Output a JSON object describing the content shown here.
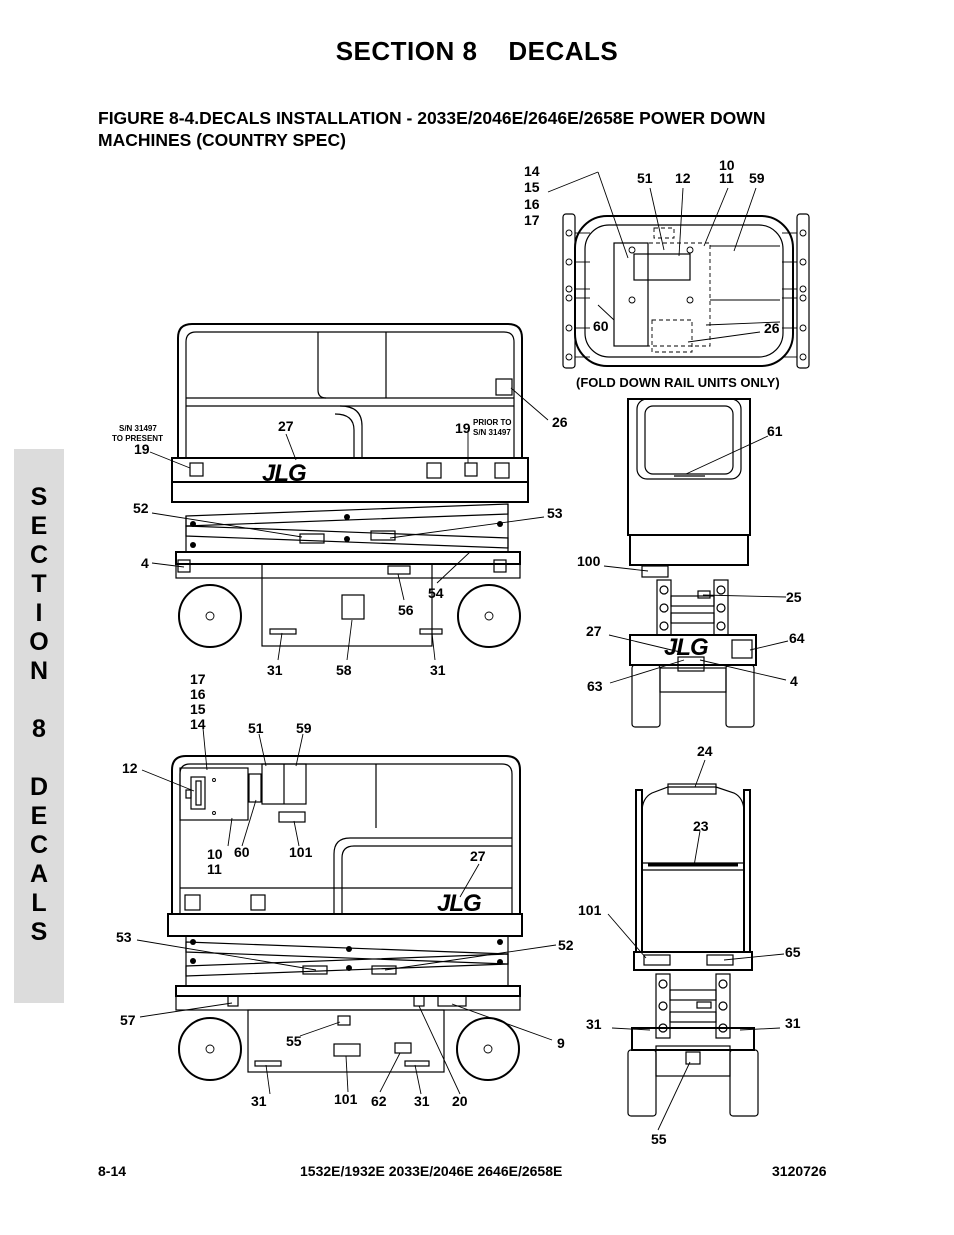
{
  "header": {
    "section_title": "SECTION 8    DECALS",
    "figure_title": "FIGURE 8-4.DECALS INSTALLATION - 2033E/2046E/2646E/2658E POWER DOWN MACHINES (COUNTRY SPEC)"
  },
  "side_tab": {
    "letters": [
      "S",
      "E",
      "C",
      "T",
      "I",
      "O",
      "N",
      "",
      "8",
      "",
      "D",
      "E",
      "C",
      "A",
      "L",
      "S"
    ]
  },
  "drawing": {
    "logo_text": "JLG",
    "top_view": {
      "labels": {
        "l14": "14",
        "l15": "15",
        "l16": "16",
        "l17": "17",
        "l51": "51",
        "l12": "12",
        "l10": "10",
        "l11": "11",
        "l59": "59",
        "l60": "60",
        "l26": "26"
      },
      "caption": "(FOLD DOWN RAIL UNITS ONLY)"
    },
    "side_view_upper": {
      "note_left_1": "S/N 31497",
      "note_left_2": "TO PRESENT",
      "note_right_1": "PRIOR TO",
      "note_right_2": "S/N 31497",
      "labels": {
        "l19a": "19",
        "l27": "27",
        "l19b": "19",
        "l26": "26",
        "l52": "52",
        "l53": "53",
        "l4": "4",
        "l54": "54",
        "l56": "56",
        "l31a": "31",
        "l58": "58",
        "l31b": "31"
      }
    },
    "end_view_upper": {
      "labels": {
        "l61": "61",
        "l100": "100",
        "l25": "25",
        "l27": "27",
        "l64": "64",
        "l63": "63",
        "l4": "4"
      }
    },
    "side_view_lower": {
      "labels": {
        "l17": "17",
        "l16": "16",
        "l15": "15",
        "l14": "14",
        "l51": "51",
        "l59": "59",
        "l12": "12",
        "l10": "10",
        "l11": "11",
        "l60": "60",
        "l101": "101",
        "l27": "27",
        "l53": "53",
        "l52": "52",
        "l57": "57",
        "l9": "9",
        "l55": "55",
        "l31a": "31",
        "l101b": "101",
        "l62": "62",
        "l31b": "31",
        "l20": "20"
      }
    },
    "end_view_lower": {
      "labels": {
        "l24": "24",
        "l23": "23",
        "l101": "101",
        "l65": "65",
        "l31a": "31",
        "l31b": "31",
        "l55": "55"
      }
    }
  },
  "footer": {
    "page": "8-14",
    "models": "1532E/1932E 2033E/2046E 2646E/2658E",
    "doc_number": "3120726"
  }
}
